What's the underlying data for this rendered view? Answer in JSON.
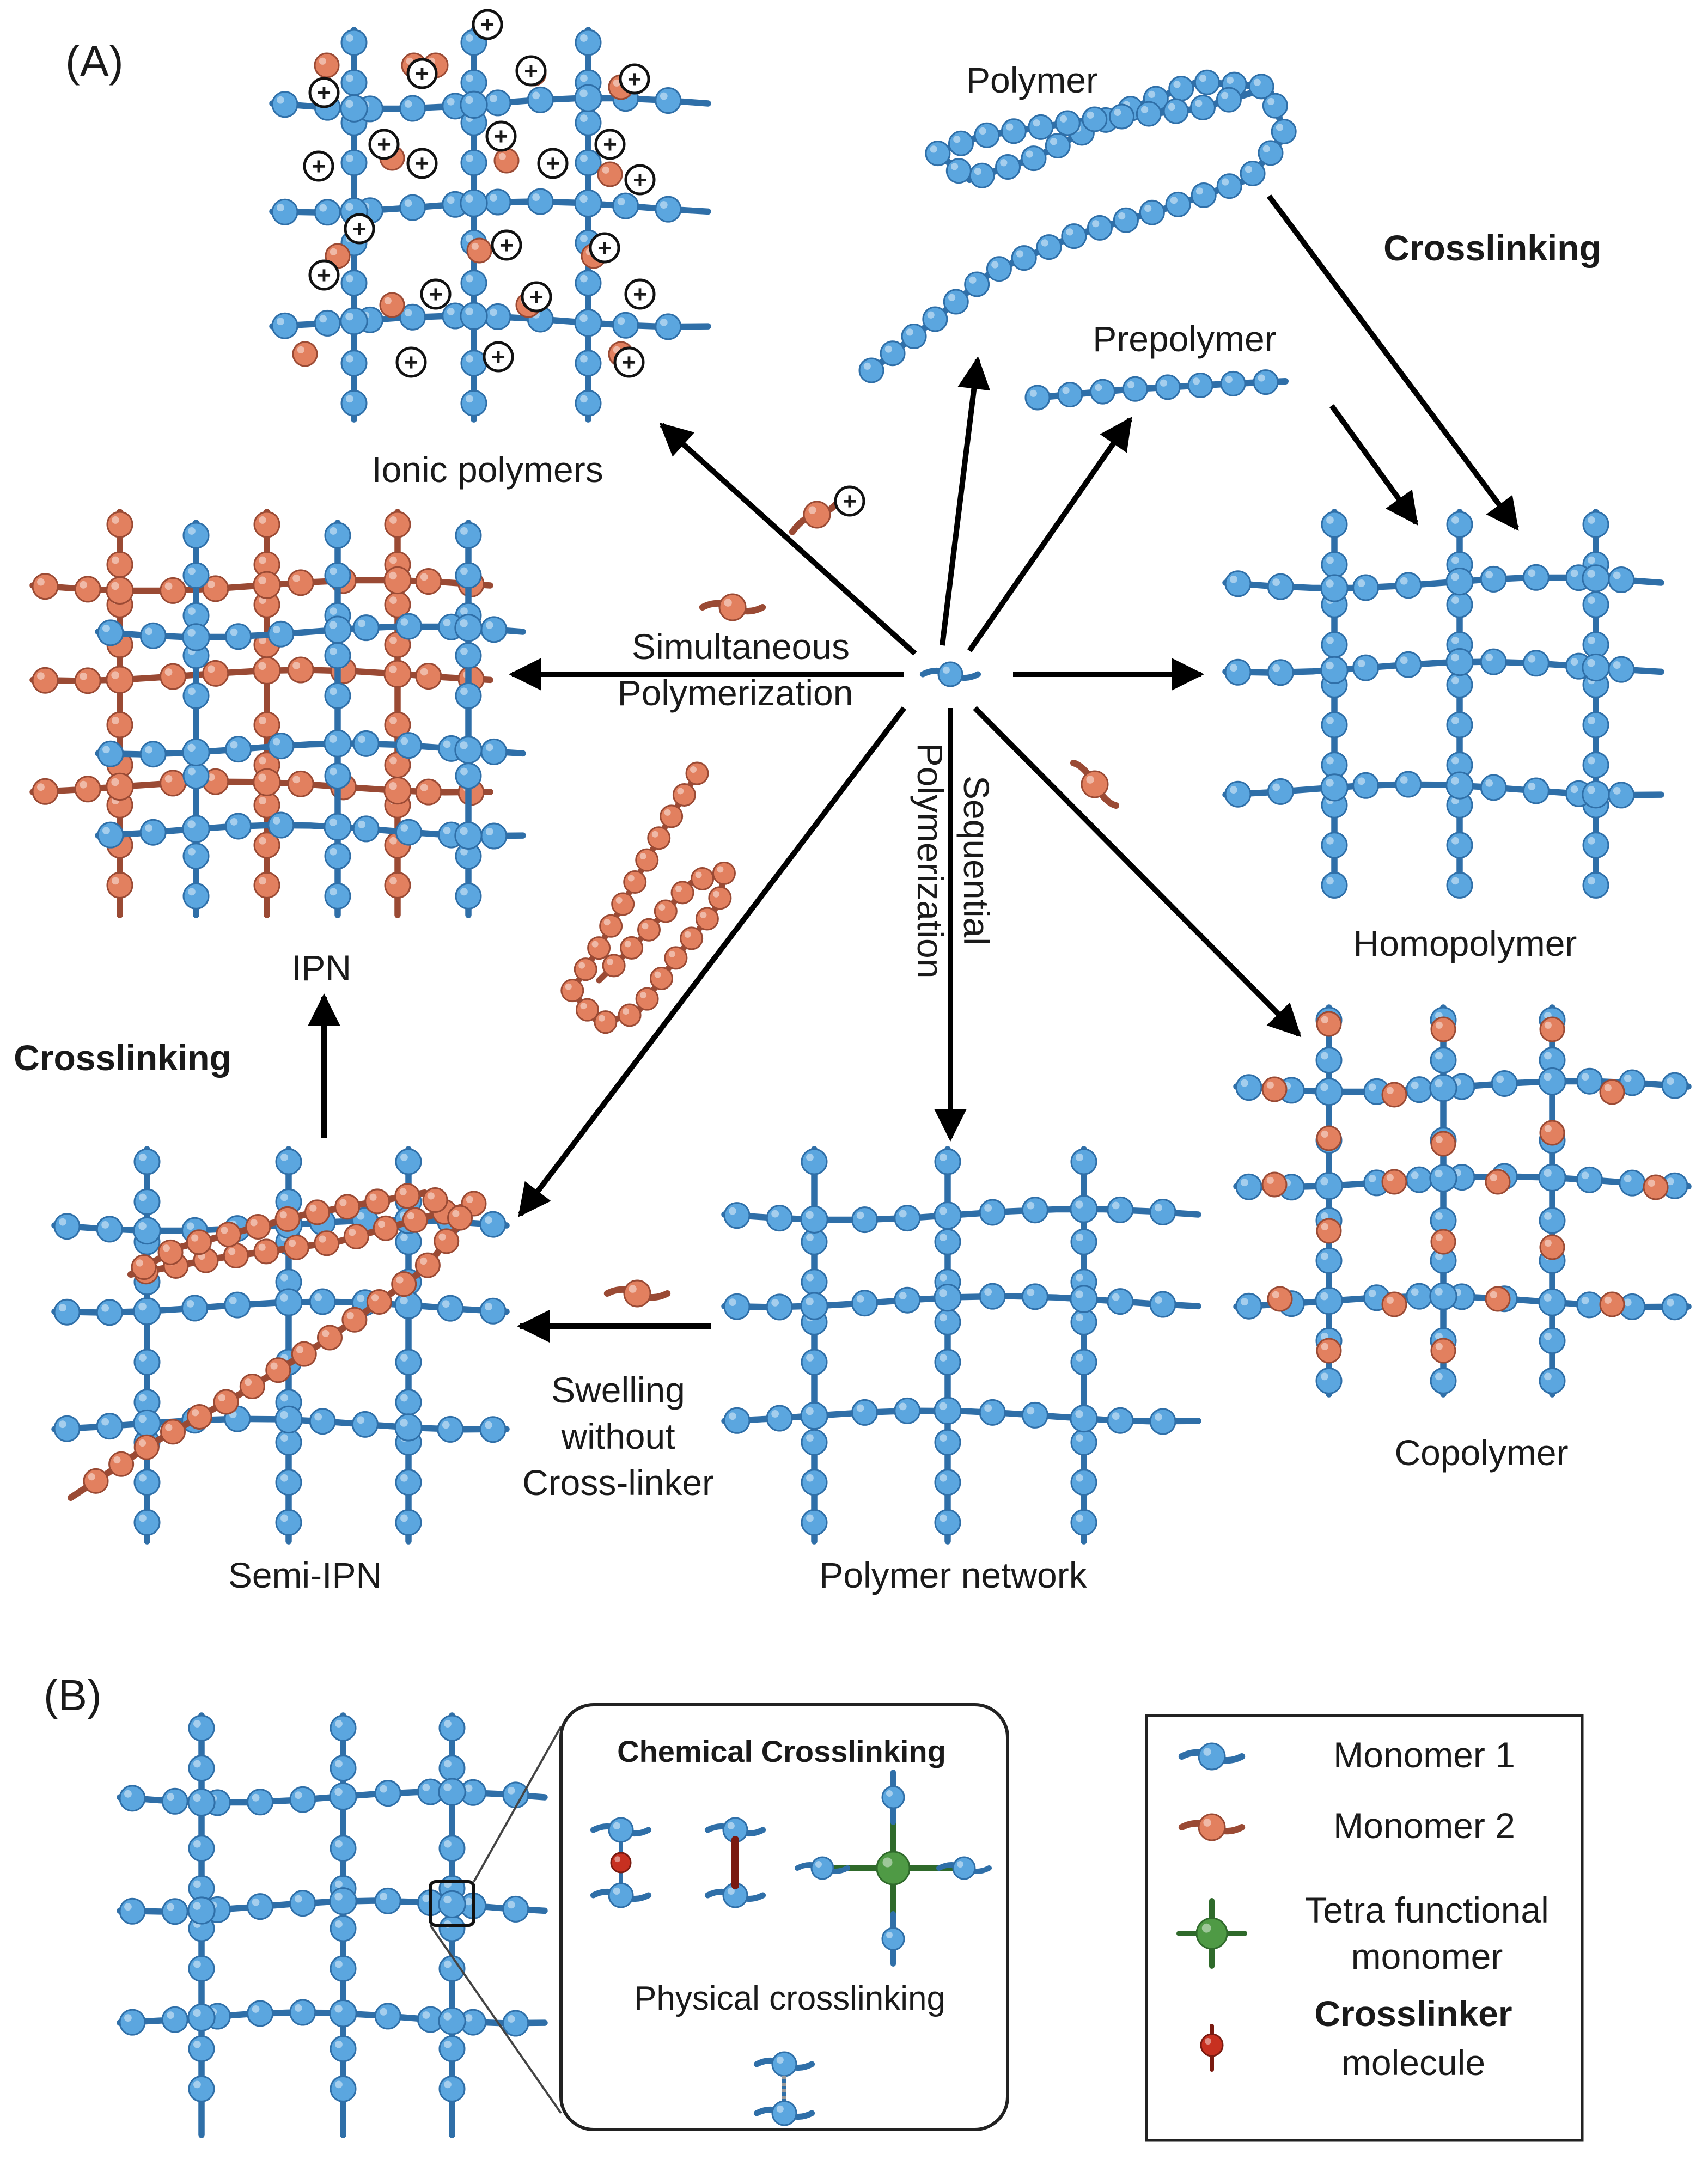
{
  "panel_a_label": "(A)",
  "panel_b_label": "(B)",
  "colors": {
    "monomer1": "#5ba6df",
    "monomer1_dark": "#2f6fa8",
    "monomer2": "#e2805f",
    "monomer2_dark": "#9a4a34",
    "tetra": "#4f9a45",
    "crosslinker": "#c73020",
    "arrow": "#000000"
  },
  "labels": {
    "polymer": "Polymer",
    "crosslinking_top": "Crosslinking",
    "prepolymer": "Prepolymer",
    "ionic_polymers": "Ionic polymers",
    "simultaneous_line1": "Simultaneous",
    "simultaneous_line2": "Polymerization",
    "sequential_line1": "Sequential",
    "sequential_line2": "Polymerization",
    "homopolymer": "Homopolymer",
    "ipn": "IPN",
    "crosslinking_left": "Crosslinking",
    "copolymer": "Copolymer",
    "swelling_line1": "Swelling",
    "swelling_line2": "without",
    "swelling_line3": "Cross-linker",
    "semi_ipn": "Semi-IPN",
    "polymer_network": "Polymer network"
  },
  "ionic_charge_symbol": "+",
  "panel_b": {
    "chemical_crosslinking": "Chemical Crosslinking",
    "physical_crosslinking": "Physical crosslinking"
  },
  "legend": {
    "monomer1": "Monomer 1",
    "monomer2": "Monomer 2",
    "tetra_line1": "Tetra functional",
    "tetra_line2": "monomer",
    "crosslinker_line1": "Crosslinker",
    "crosslinker_line2": "molecule"
  }
}
